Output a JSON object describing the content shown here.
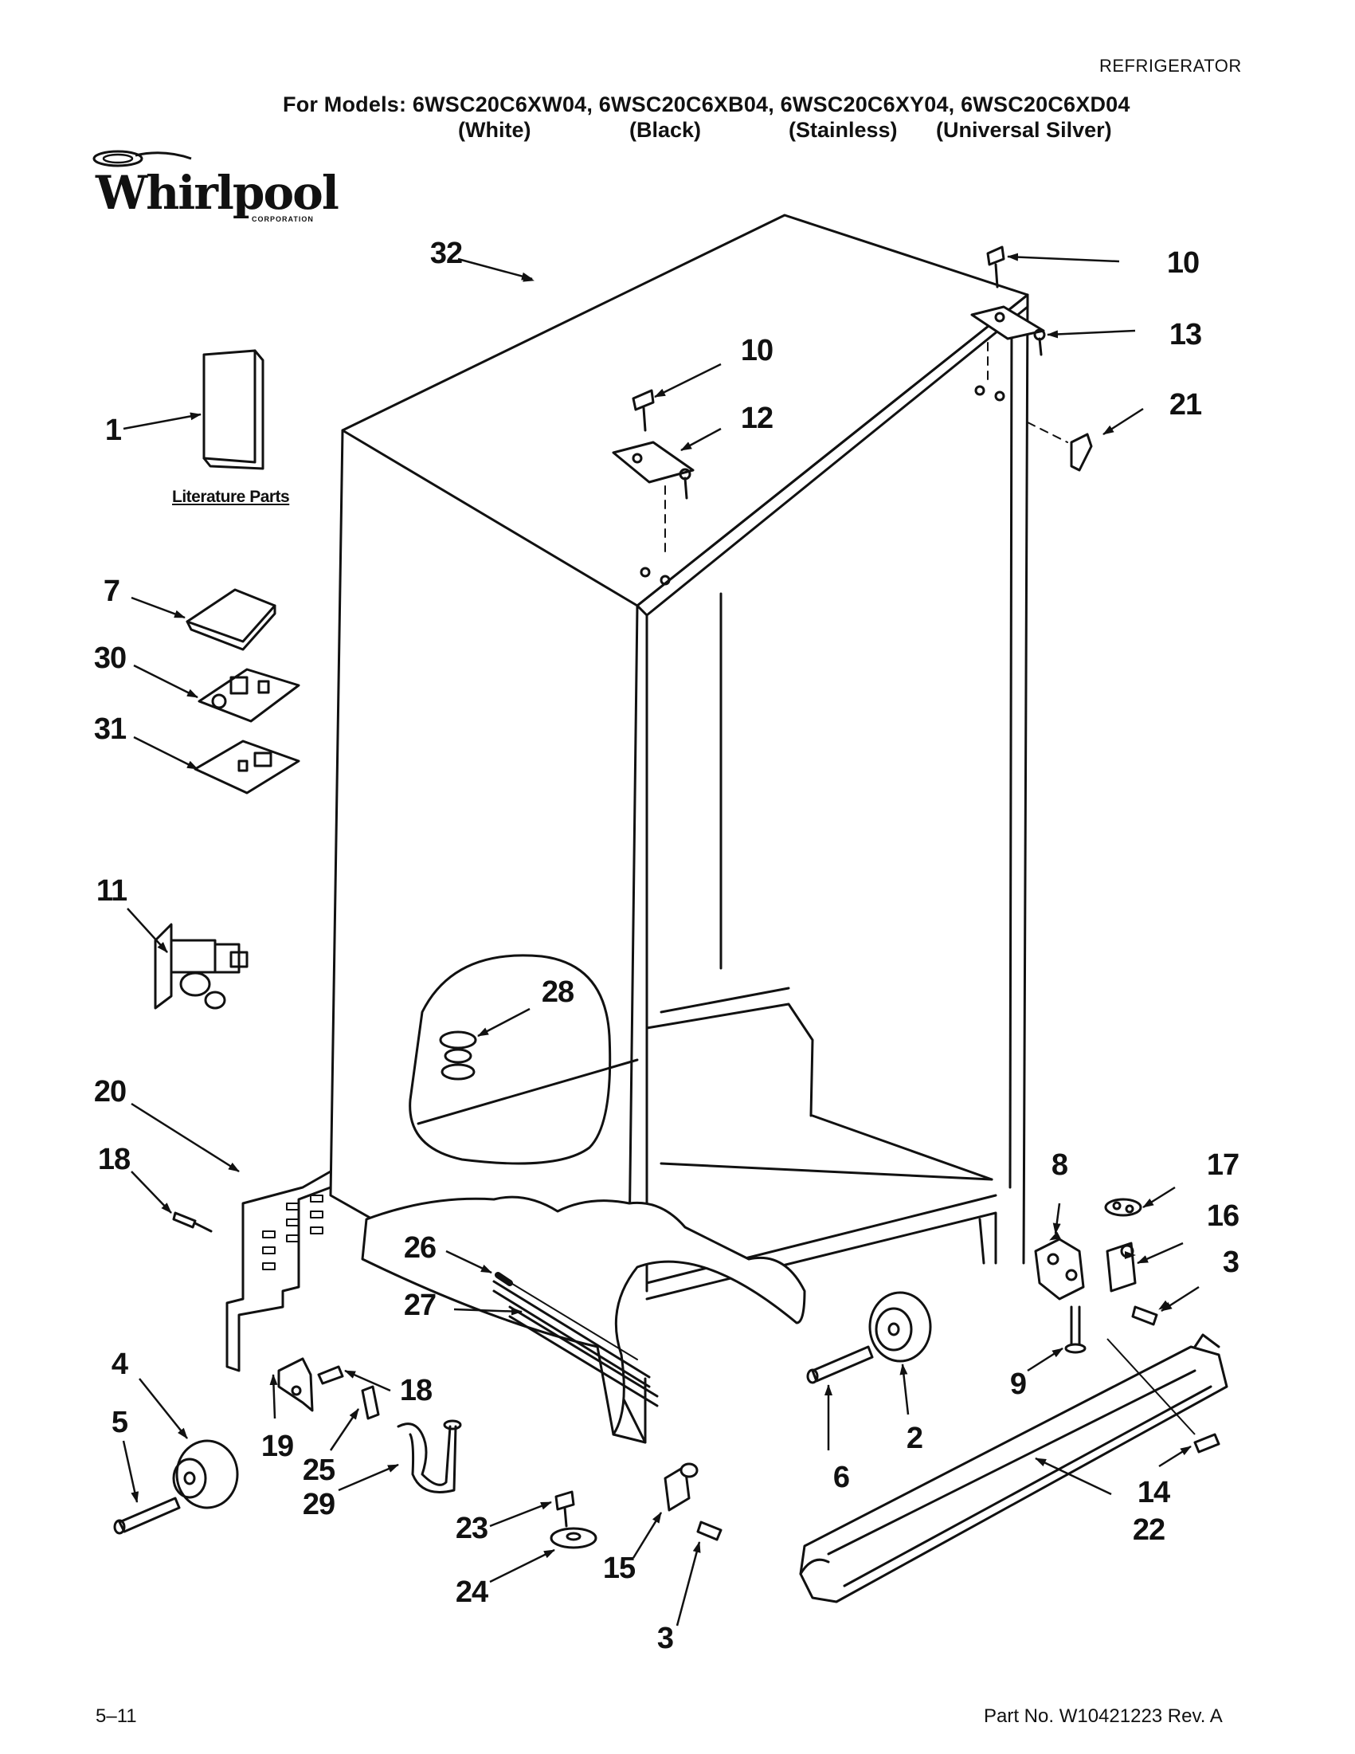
{
  "header": {
    "category": "REFRIGERATOR",
    "models_line": "For Models: 6WSC20C6XW04, 6WSC20C6XB04, 6WSC20C6XY04, 6WSC20C6XD04",
    "finishes": [
      "(White)",
      "(Black)",
      "(Stainless)",
      "(Universal Silver)"
    ]
  },
  "brand": {
    "name": "Whirlpool",
    "sub": "CORPORATION"
  },
  "literature_caption": "Literature Parts",
  "callouts": {
    "c1": "1",
    "c7": "7",
    "c30": "30",
    "c31": "31",
    "c11": "11",
    "c20": "20",
    "c18a": "18",
    "c4": "4",
    "c5": "5",
    "c19": "19",
    "c18b": "18",
    "c25": "25",
    "c29": "29",
    "c23": "23",
    "c24": "24",
    "c15": "15",
    "c3a": "3",
    "c26": "26",
    "c27": "27",
    "c28": "28",
    "c32": "32",
    "c10a": "10",
    "c12": "12",
    "c10b": "10",
    "c13": "13",
    "c21": "21",
    "c8": "8",
    "c17": "17",
    "c16": "16",
    "c3b": "3",
    "c9": "9",
    "c2": "2",
    "c6": "6",
    "c14": "14",
    "c22": "22"
  },
  "footer": {
    "date_code": "5–11",
    "part_number": "Part No. W10421223 Rev. A"
  }
}
